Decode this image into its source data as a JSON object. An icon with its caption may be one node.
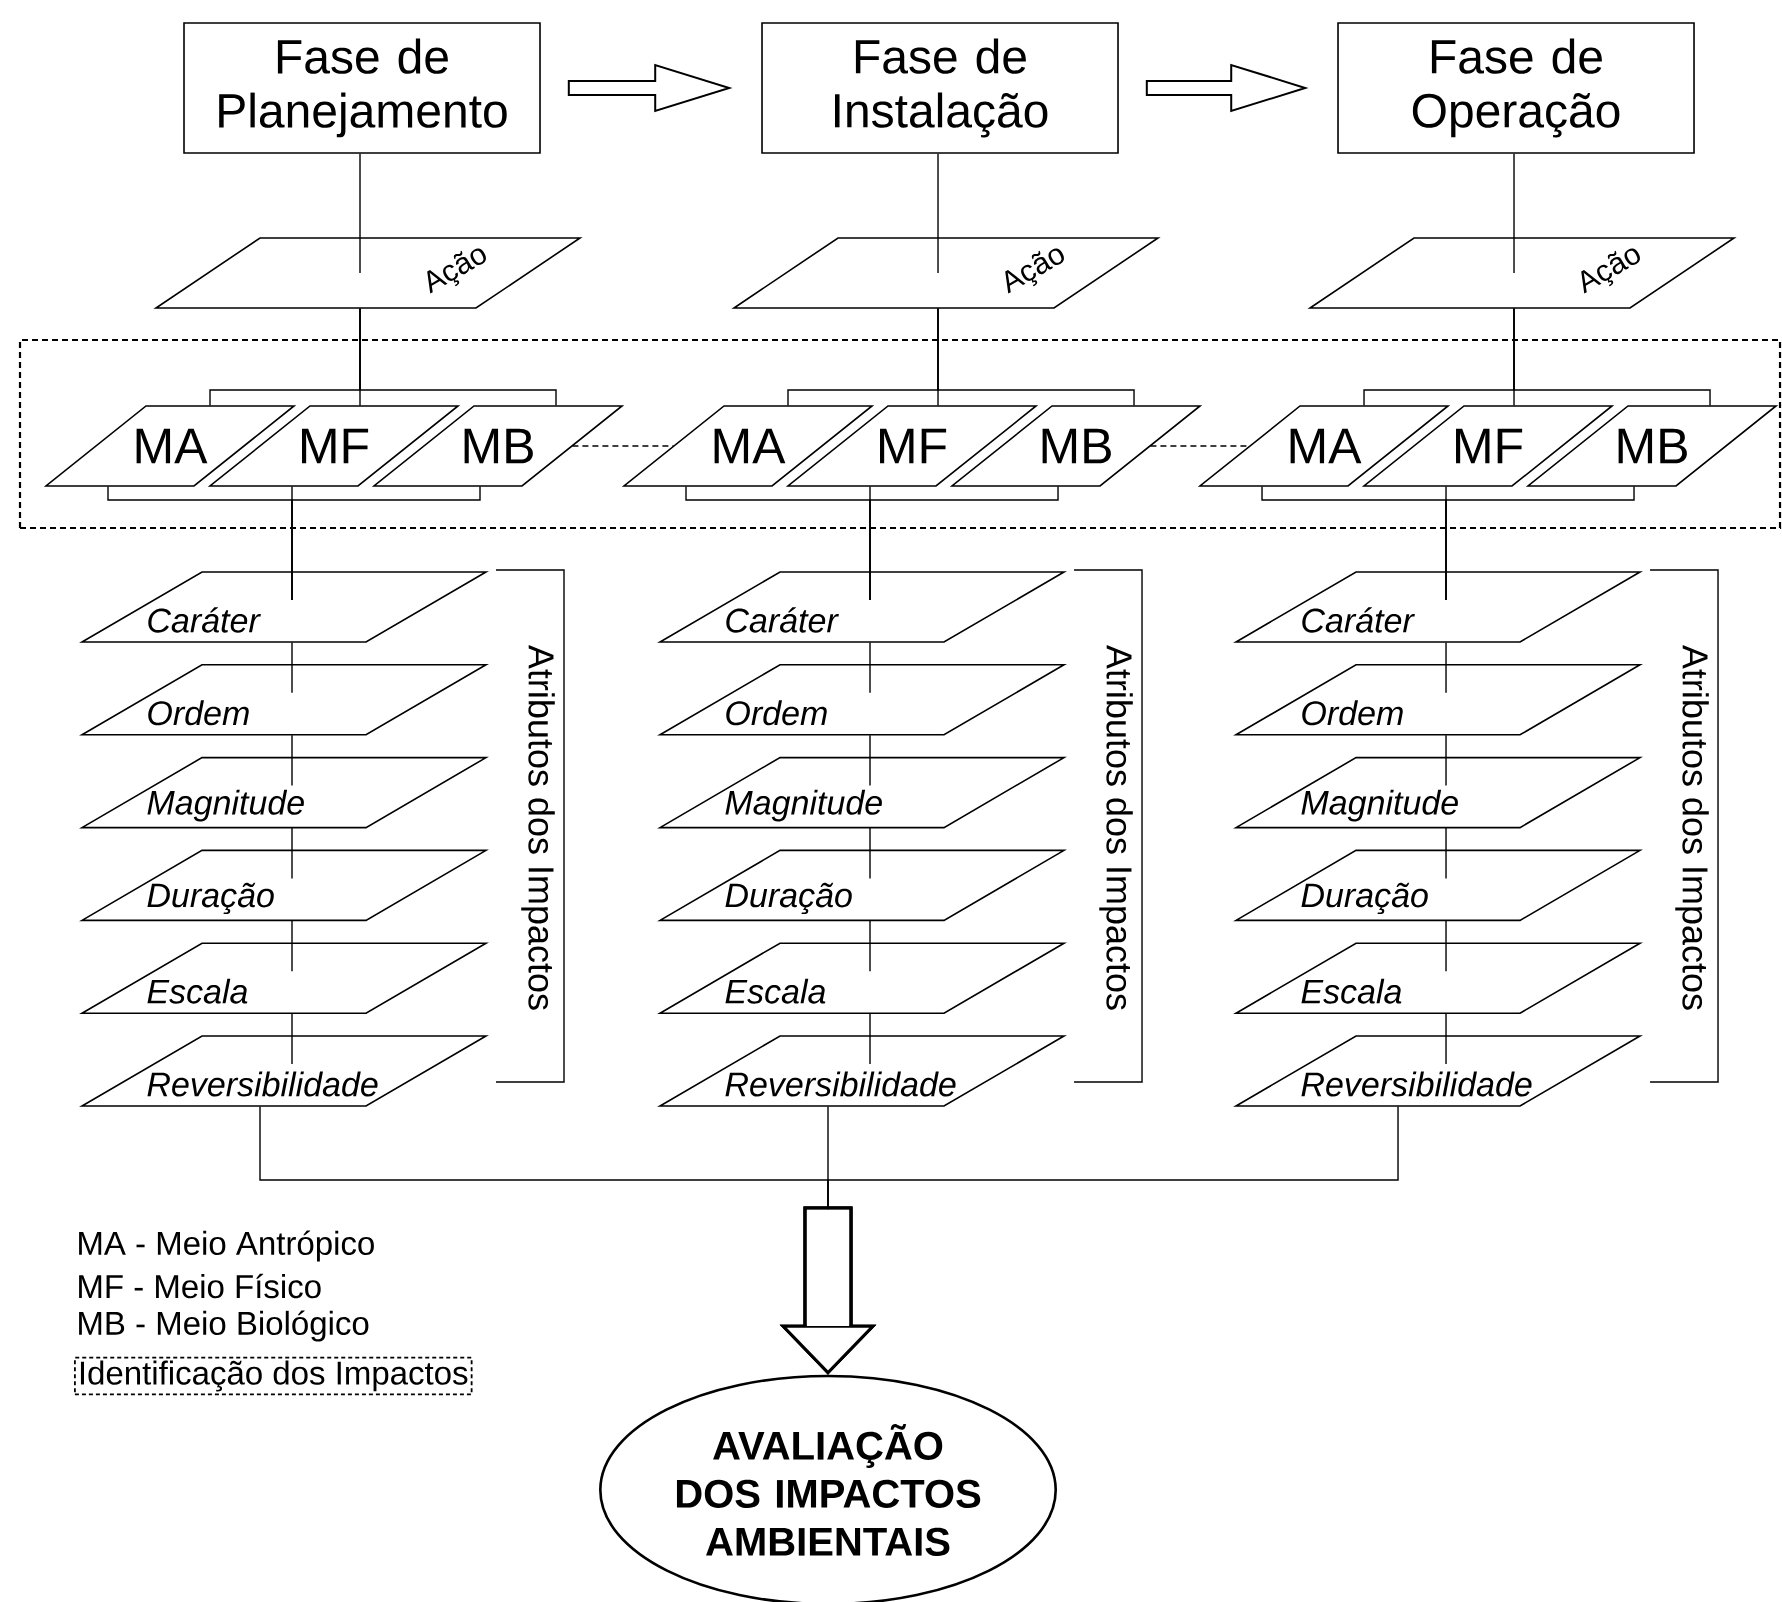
{
  "diagram": {
    "nodes": [
      {
        "text": [
          "Fase de Planejamento"
        ]
      },
      {
        "text": [
          "Fase de Instalação"
        ]
      },
      {
        "text": [
          "Fase de Operação"
        ]
      },
      {
        "text": [
          "Ação"
        ]
      },
      {
        "text": [
          "Ação"
        ]
      },
      {
        "text": [
          "Ação"
        ]
      },
      {
        "text": [],
        "shape": "box"
      },
      {
        "text": [
          "MA"
        ],
        "in": 6
      },
      {
        "text": [
          "MF"
        ],
        "in": 6
      },
      {
        "text": [
          "MB"
        ],
        "in": 6
      },
      {
        "text": [
          "MA"
        ],
        "in": 6
      },
      {
        "text": [
          "MF"
        ],
        "in": 6
      },
      {
        "text": [
          "MB"
        ],
        "in": 6
      },
      {
        "text": [
          "MA"
        ],
        "in": 6
      },
      {
        "text": [
          "MF"
        ],
        "in": 6
      },
      {
        "text": [
          "MB"
        ],
        "in": 6
      },
      {
        "text": [
          "Caráter"
        ]
      },
      {
        "text": [
          "Ordem"
        ]
      },
      {
        "text": [
          "Magnitude"
        ]
      },
      {
        "text": [
          "Duração"
        ]
      },
      {
        "text": [
          "Escala"
        ]
      },
      {
        "text": [
          "Reversibilidade"
        ]
      },
      {
        "text": [
          "Caráter"
        ]
      },
      {
        "text": [
          "Ordem"
        ]
      },
      {
        "text": [
          "Magnitude"
        ]
      },
      {
        "text": [
          "Duração"
        ]
      },
      {
        "text": [
          "Escala"
        ]
      },
      {
        "text": [
          "Reversibilidade"
        ]
      },
      {
        "text": [
          "Caráter"
        ]
      },
      {
        "text": [
          "Ordem"
        ]
      },
      {
        "text": [
          "Magnitude"
        ]
      },
      {
        "text": [
          "Duração"
        ]
      },
      {
        "text": [
          "Escala"
        ]
      },
      {
        "text": [
          "Reversibilidade"
        ]
      },
      {
        "text": [
          "AVALIAÇÃO DOS IMPACTOS AMBIENTAIS"
        ]
      }
    ],
    "edges": [
      {
        "from": 0,
        "to": 1,
        "arrow": "to"
      },
      {
        "from": 1,
        "to": 2,
        "arrow": "to"
      },
      {
        "from": 0,
        "to": 3,
        "arrow": "none"
      },
      {
        "from": 1,
        "to": 4,
        "arrow": "none"
      },
      {
        "from": 2,
        "to": 5,
        "arrow": "none"
      },
      {
        "from": 3,
        "to": 7,
        "arrow": "none"
      },
      {
        "from": 3,
        "to": 8,
        "arrow": "none"
      },
      {
        "from": 3,
        "to": 9,
        "arrow": "none"
      },
      {
        "from": 4,
        "to": 10,
        "arrow": "none"
      },
      {
        "from": 4,
        "to": 11,
        "arrow": "none"
      },
      {
        "from": 4,
        "to": 12,
        "arrow": "none"
      },
      {
        "from": 5,
        "to": 13,
        "arrow": "none"
      },
      {
        "from": 5,
        "to": 14,
        "arrow": "none"
      },
      {
        "from": 5,
        "to": 15,
        "arrow": "none"
      },
      {
        "from": 9,
        "to": 10,
        "arrow": "none",
        "style": "dashed"
      },
      {
        "from": 12,
        "to": 13,
        "arrow": "none",
        "style": "dashed"
      },
      {
        "from": 7,
        "to": 16,
        "arrow": "none"
      },
      {
        "from": 8,
        "to": 16,
        "arrow": "none"
      },
      {
        "from": 9,
        "to": 16,
        "arrow": "none"
      },
      {
        "from": 10,
        "to": 22,
        "arrow": "none"
      },
      {
        "from": 11,
        "to": 22,
        "arrow": "none"
      },
      {
        "from": 12,
        "to": 22,
        "arrow": "none"
      },
      {
        "from": 13,
        "to": 28,
        "arrow": "none"
      },
      {
        "from": 14,
        "to": 28,
        "arrow": "none"
      },
      {
        "from": 15,
        "to": 28,
        "arrow": "none"
      },
      {
        "from": 16,
        "to": 17,
        "arrow": "none"
      },
      {
        "from": 17,
        "to": 18,
        "arrow": "none"
      },
      {
        "from": 18,
        "to": 19,
        "arrow": "none"
      },
      {
        "from": 19,
        "to": 20,
        "arrow": "none"
      },
      {
        "from": 20,
        "to": 21,
        "arrow": "none"
      },
      {
        "from": 22,
        "to": 23,
        "arrow": "none"
      },
      {
        "from": 23,
        "to": 24,
        "arrow": "none"
      },
      {
        "from": 24,
        "to": 25,
        "arrow": "none"
      },
      {
        "from": 25,
        "to": 26,
        "arrow": "none"
      },
      {
        "from": 26,
        "to": 27,
        "arrow": "none"
      },
      {
        "from": 28,
        "to": 29,
        "arrow": "none"
      },
      {
        "from": 29,
        "to": 30,
        "arrow": "none"
      },
      {
        "from": 30,
        "to": 31,
        "arrow": "none"
      },
      {
        "from": 31,
        "to": 32,
        "arrow": "none"
      },
      {
        "from": 32,
        "to": 33,
        "arrow": "none"
      },
      {
        "from": 21,
        "to": 34,
        "arrow": "to"
      },
      {
        "from": 27,
        "to": 34,
        "arrow": "to"
      },
      {
        "from": 33,
        "to": 34,
        "arrow": "to"
      }
    ],
    "labels": [
      "Atributos dos Impactos",
      "Atributos dos Impactos",
      "Atributos dos Impactos",
      "MA - Meio Antrópico",
      "MF - Meio Físico",
      "MB - Meio Biológico"
    ],
    "legend": [
      {
        "text": "Identificação dos Impactos"
      }
    ]
  }
}
